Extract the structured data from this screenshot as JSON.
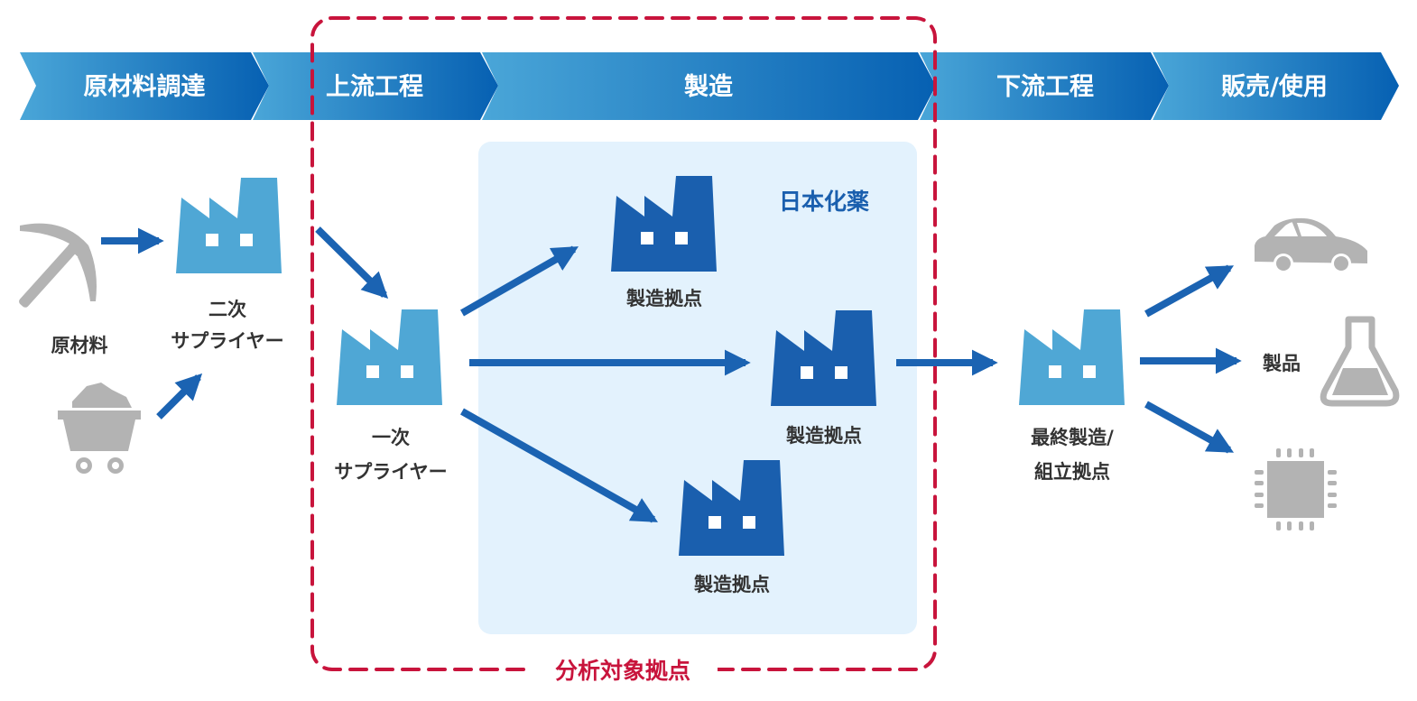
{
  "stages": [
    {
      "label": "原材料調達"
    },
    {
      "label": "上流工程"
    },
    {
      "label": "製造"
    },
    {
      "label": "下流工程"
    },
    {
      "label": "販売/使用"
    }
  ],
  "nodes": {
    "raw_material": "原材料",
    "secondary_supplier_line1": "二次",
    "secondary_supplier_line2": "サプライヤー",
    "primary_supplier_line1": "一次",
    "primary_supplier_line2": "サプライヤー",
    "company": "日本化薬",
    "plant_1": "製造拠点",
    "plant_2": "製造拠点",
    "plant_3": "製造拠点",
    "final_line1": "最終製造/",
    "final_line2": "組立拠点",
    "product": "製品"
  },
  "scope_label": "分析対象拠点",
  "colors": {
    "chevron_light": "#4aa6d8",
    "chevron_dark": "#0660b2",
    "factory_light": "#4fa7d5",
    "factory_dark": "#1a5fae",
    "arrow": "#1b63b2",
    "scope": "#c8143c",
    "panel": "#e3f2fd",
    "icon_gray": "#b3b3b3"
  }
}
